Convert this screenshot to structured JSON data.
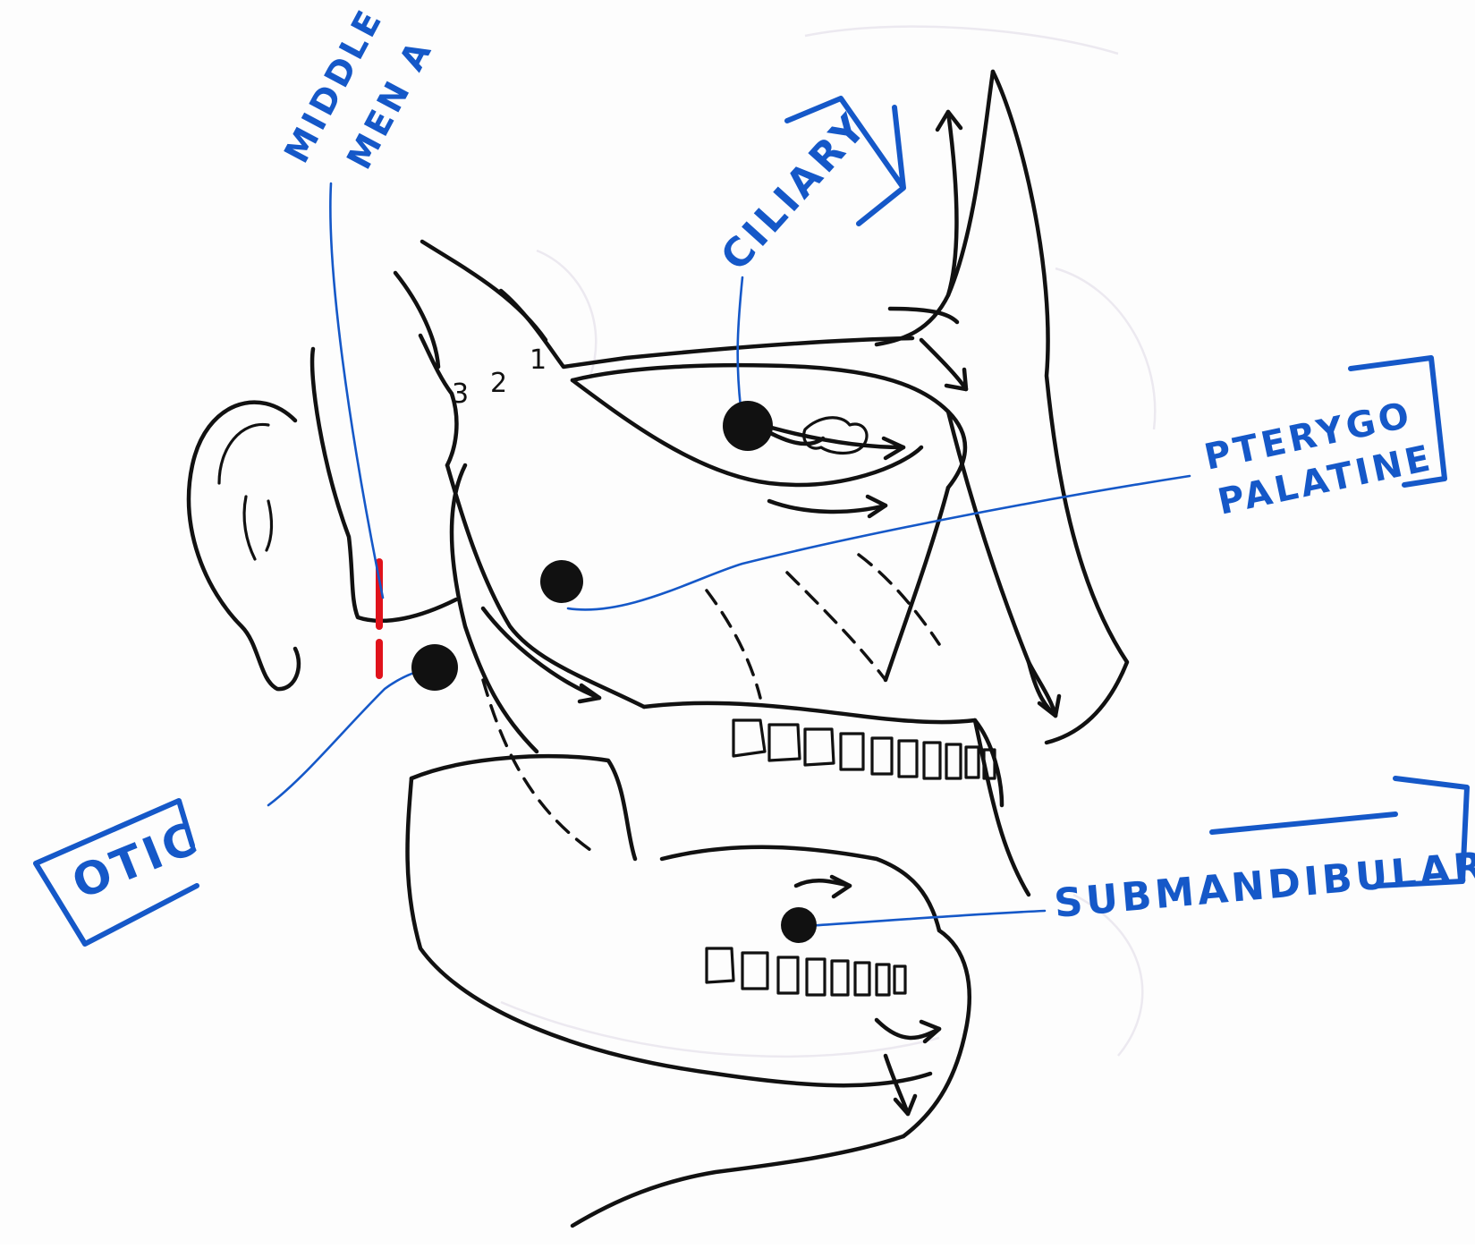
{
  "labels": {
    "middle_meningeal": [
      "MIDDLE",
      "MEN A"
    ],
    "ciliary": "CILIARY",
    "pterygopalatine": [
      "PTERYGO",
      "PALATINE"
    ],
    "otic": "OTIC",
    "submandibular": "SUBMANDIBULAR",
    "roots": [
      "3",
      "2",
      "1"
    ]
  },
  "colors": {
    "ink": "#111111",
    "label_blue": "#1558c8",
    "marker_red": "#e0121b",
    "paper": "#fdfdfd"
  },
  "ganglia": [
    "ciliary",
    "pterygopalatine",
    "otic",
    "submandibular"
  ]
}
